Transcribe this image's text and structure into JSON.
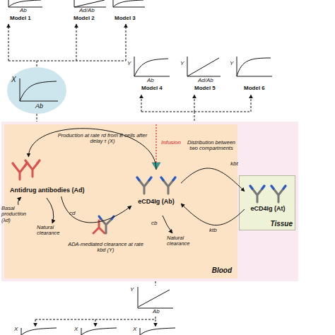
{
  "diagram": {
    "nodes": [
      {
        "text": [
          "X",
          "Ab"
        ]
      },
      {
        "text": [
          "Blood"
        ]
      },
      {
        "text": [
          "Antidrug antibodies (Ad)"
        ],
        "in": 1
      },
      {
        "text": [
          "eCD4Ig (Ab)"
        ],
        "in": 1
      },
      {
        "text": [
          "Tissue"
        ]
      },
      {
        "text": [
          "eCD4Ig (At)"
        ],
        "in": 4
      }
    ],
    "edges": [
      {
        "from": 3,
        "to": 2,
        "arrow": "to",
        "label": "Production at rate rd from B cells after delay τ (X)"
      },
      {
        "from": 2,
        "to": 3,
        "arrow": "to",
        "label": "ADA-mediated clearance at rate kbd (Y)"
      },
      {
        "from": 3,
        "to": 5,
        "arrow": "to",
        "label": "kbt"
      },
      {
        "from": 5,
        "to": 3,
        "arrow": "to",
        "label": "ktb"
      }
    ],
    "labels": [
      "Ab",
      "Model 1",
      "Ad/Ab",
      "Model 2",
      "Model 3",
      "Y",
      "Ab",
      "Model 4",
      "Y",
      "Ad/Ab",
      "Model 5",
      "Y",
      "Model 6",
      "Infusion",
      "Distribution between two compartments",
      "Basal production (λd)",
      "cd",
      "Natural clearance",
      "cb",
      "Natural clearance",
      "Y",
      "Ab",
      "X",
      "X",
      "X"
    ]
  }
}
